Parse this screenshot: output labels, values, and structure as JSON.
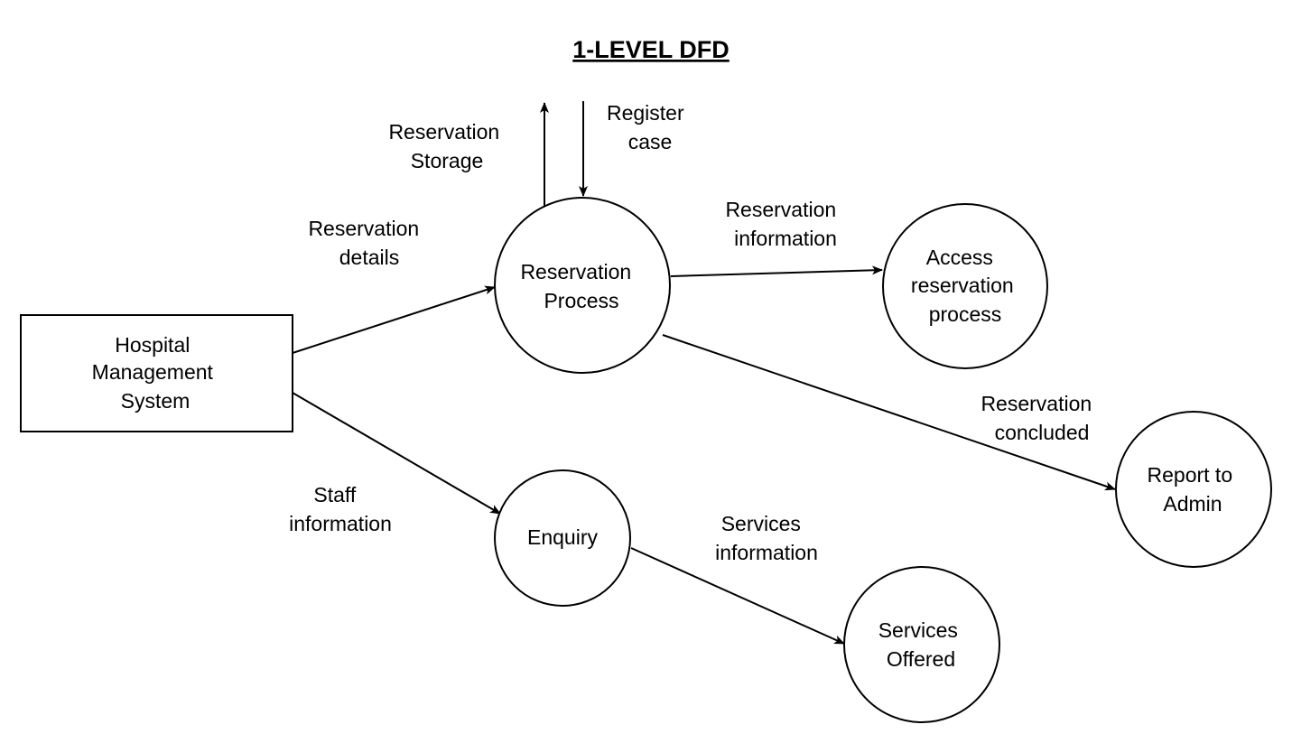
{
  "diagram": {
    "title": "1-LEVEL DFD",
    "entities": {
      "hospital": [
        "Hospital",
        "Management",
        "System"
      ]
    },
    "processes": {
      "reservation_process": [
        "Reservation",
        "Process"
      ],
      "access_reservation": [
        "Access",
        "reservation",
        "process"
      ],
      "report_admin": [
        "Report to",
        "Admin"
      ],
      "enquiry": [
        "Enquiry"
      ],
      "services_offered": [
        "Services",
        "Offered"
      ]
    },
    "flows": {
      "reservation_storage": [
        "Reservation",
        "Storage"
      ],
      "register_case": [
        "Register",
        "case"
      ],
      "reservation_details": [
        "Reservation",
        "details"
      ],
      "reservation_information": [
        "Reservation",
        "information"
      ],
      "reservation_concluded": [
        "Reservation",
        "concluded"
      ],
      "staff_information": [
        "Staff",
        "information"
      ],
      "services_information": [
        "Services",
        "information"
      ]
    },
    "colors": {
      "stroke": "#000000",
      "fill": "#ffffff",
      "text": "#000000"
    }
  }
}
